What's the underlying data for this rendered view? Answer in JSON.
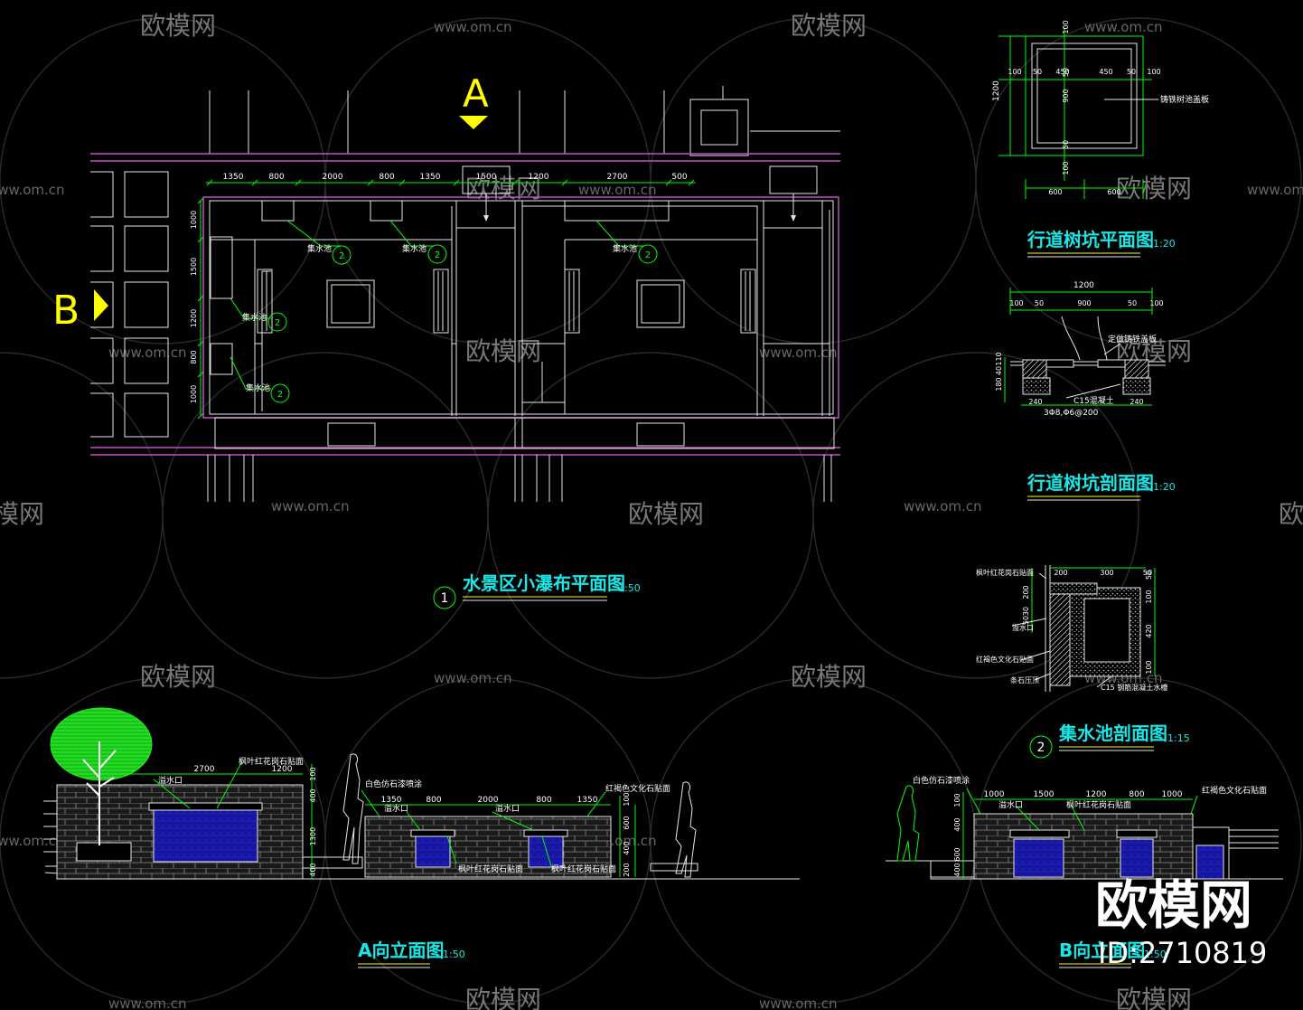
{
  "plan": {
    "title": "水景区小瀑布平面图",
    "scale": "1:50",
    "index": "1",
    "marker_a": "A",
    "marker_b": "B",
    "dims_top": [
      "1350",
      "800",
      "2000",
      "800",
      "1350",
      "1500",
      "1200",
      "2700",
      "500"
    ],
    "dims_left": [
      "1000",
      "1500",
      "1200",
      "800",
      "1000"
    ],
    "notes": {
      "pool_a": "集水池",
      "pool_b": "集水池",
      "pool_c": "集水池",
      "pool_d": "集水池",
      "pool_e": "集水池"
    },
    "callout": "2"
  },
  "pit_plan": {
    "title": "行道树坑平面图",
    "scale": "1:20",
    "dims_top": [
      "100",
      "50",
      "450",
      "450",
      "50",
      "100"
    ],
    "dims_bottom": [
      "600",
      "600"
    ],
    "dims_left": "1200",
    "dims_v": [
      "100",
      "50",
      "900",
      "50",
      "100"
    ],
    "note": "铸铁树池盖板"
  },
  "pit_section": {
    "title": "行道树坑剖面图",
    "scale": "1:20",
    "dims_top_total": "1200",
    "dims_top": [
      "100",
      "50",
      "900",
      "50",
      "100"
    ],
    "dims_left": [
      "110",
      "40",
      "180"
    ],
    "dims_bottom": [
      "240",
      "240"
    ],
    "note_cover": "定做铸铁盖板",
    "note_concrete": "C15混凝土",
    "note_rebar": "3Φ8,Φ6@200"
  },
  "sump_section": {
    "title": "集水池剖面图",
    "scale": "1:15",
    "index": "2",
    "dims_top": [
      "200",
      "300",
      "50"
    ],
    "dims_right": [
      "50",
      "100",
      "420",
      "100"
    ],
    "dims_left": [
      "200",
      "30",
      "50"
    ],
    "notes": [
      "枫叶红花岗石贴面",
      "溢水口",
      "红褐色文化石贴面",
      "条石压顶",
      "C15 钢筋混凝土水槽"
    ]
  },
  "elev_a": {
    "title": "A向立面图",
    "scale": "1:50",
    "dims_left_wall": [
      "2700",
      "1200"
    ],
    "dims_right_wall": [
      "1350",
      "800",
      "2000",
      "800",
      "1350"
    ],
    "dims_v_left": [
      "100",
      "400",
      "1300",
      "400"
    ],
    "dims_v_right": [
      "100",
      "600",
      "400",
      "200"
    ],
    "notes": {
      "overflow_1": "溢水口",
      "granite_1": "枫叶红花岗石贴面",
      "white_1": "白色仿石漆喷涂",
      "overflow_2": "溢水口",
      "overflow_3": "溢水口",
      "culture_1": "红褐色文化石贴面",
      "granite_2": "枫叶红花岗石贴面",
      "granite_3": "枫叶红花岗石贴面"
    }
  },
  "elev_b": {
    "title": "B向立面图",
    "scale": "1:50",
    "dims_top": [
      "1000",
      "1500",
      "1200",
      "800",
      "1000"
    ],
    "dims_v": [
      "100",
      "400",
      "600",
      "400"
    ],
    "notes": {
      "white": "白色仿石漆喷涂",
      "overflow": "溢水口",
      "granite": "枫叶红花岗石贴面",
      "culture": "红褐色文化石贴面"
    }
  },
  "watermark": {
    "brand": "欧模网",
    "url": "www.om.cn"
  },
  "brand_logo": {
    "text": "欧模网",
    "id": "ID:2710819"
  },
  "colors": {
    "cyan": "#19e6e6",
    "green": "#00ff00",
    "magenta": "#c44fc4",
    "yellow": "#ffff00",
    "blue": "#1a1aa8",
    "brick": "#555555"
  }
}
